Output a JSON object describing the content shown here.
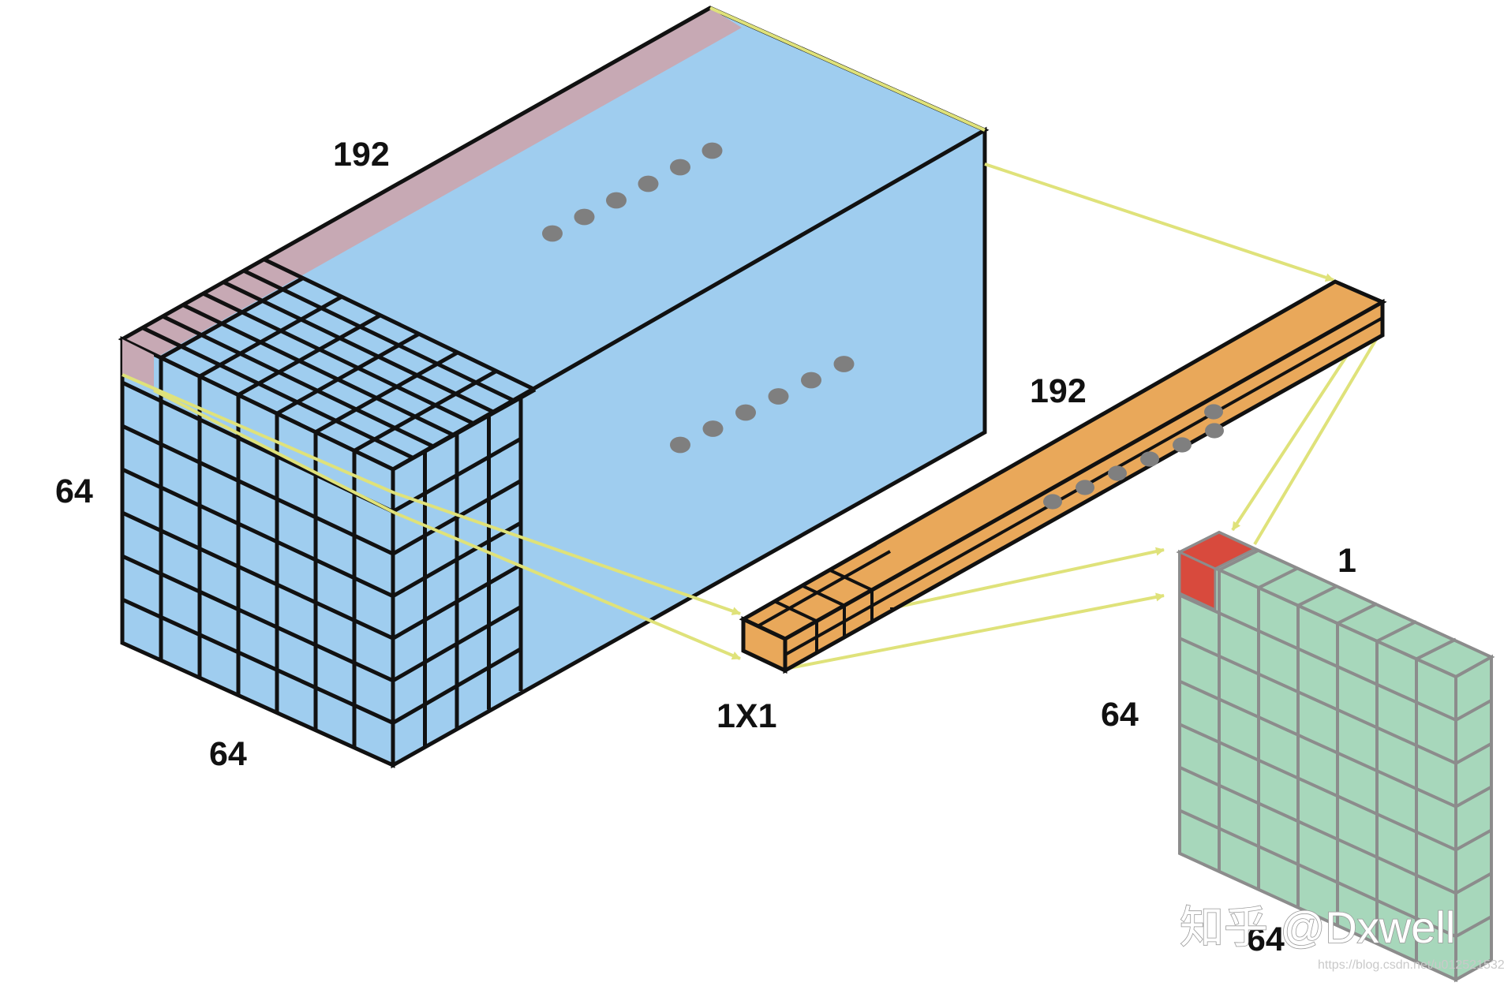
{
  "labels": {
    "input_channels": "192",
    "input_height": "64",
    "input_width": "64",
    "kernel_channels": "192",
    "kernel_size": "1X1",
    "output_channels": "1",
    "output_height": "64",
    "output_width": "64"
  },
  "watermark": {
    "text": "知乎 @Dxwell",
    "url": "https://blog.csdn.net/u012521532"
  },
  "colors": {
    "input_volume": "#9fcdef",
    "input_top_strip": "#c7a9b4",
    "kernel": "#e9a85a",
    "output_map": "#a7d7bb",
    "output_highlight": "#d84a3d",
    "arrows": "#dfe27a",
    "dots": "#7f7f7f"
  }
}
